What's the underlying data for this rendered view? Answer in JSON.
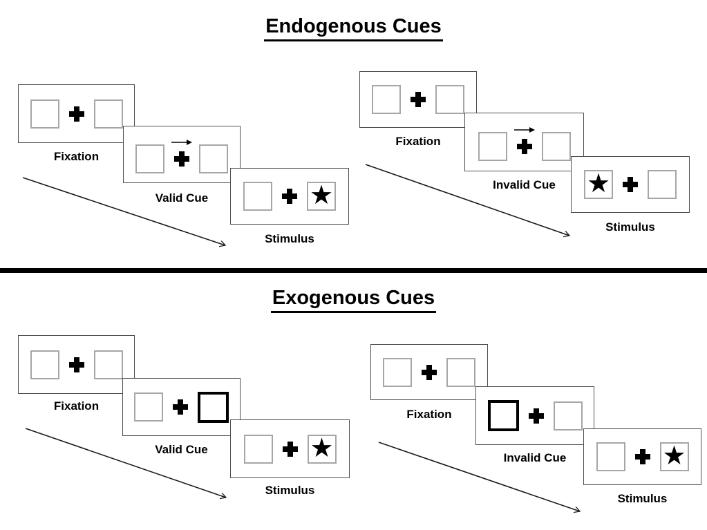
{
  "icons": {
    "star": "★",
    "cue_arrow": "→",
    "fixation_cross": "+"
  },
  "colors": {
    "background": "#ffffff",
    "ink": "#000000",
    "card_border": "#4d4d4d",
    "square_border": "#a6a6a6",
    "divider": "#000000"
  },
  "sections": [
    {
      "id": "endogenous",
      "title": "Endogenous Cues",
      "panels": [
        {
          "id": "endogenous-valid",
          "sequence_arrow": "diagonal-down-right",
          "steps": [
            {
              "label": "Fixation",
              "type": "fixation",
              "left_box": "empty",
              "right_box": "empty"
            },
            {
              "label": "Valid Cue",
              "type": "central-arrow-cue",
              "cue_direction": "right",
              "left_box": "empty",
              "right_box": "empty"
            },
            {
              "label": "Stimulus",
              "type": "stimulus",
              "left_box": "empty",
              "right_box": "star"
            }
          ]
        },
        {
          "id": "endogenous-invalid",
          "sequence_arrow": "diagonal-down-right",
          "steps": [
            {
              "label": "Fixation",
              "type": "fixation",
              "left_box": "empty",
              "right_box": "empty"
            },
            {
              "label": "Invalid Cue",
              "type": "central-arrow-cue",
              "cue_direction": "right",
              "left_box": "empty",
              "right_box": "empty"
            },
            {
              "label": "Stimulus",
              "type": "stimulus",
              "left_box": "star",
              "right_box": "empty"
            }
          ]
        }
      ]
    },
    {
      "id": "exogenous",
      "title": "Exogenous Cues",
      "panels": [
        {
          "id": "exogenous-valid",
          "sequence_arrow": "diagonal-down-right",
          "steps": [
            {
              "label": "Fixation",
              "type": "fixation",
              "left_box": "empty",
              "right_box": "empty"
            },
            {
              "label": "Valid Cue",
              "type": "peripheral-box-cue",
              "cue_side": "right",
              "left_box": "empty",
              "right_box": "highlighted"
            },
            {
              "label": "Stimulus",
              "type": "stimulus",
              "left_box": "empty",
              "right_box": "star"
            }
          ]
        },
        {
          "id": "exogenous-invalid",
          "sequence_arrow": "diagonal-down-right",
          "steps": [
            {
              "label": "Fixation",
              "type": "fixation",
              "left_box": "empty",
              "right_box": "empty"
            },
            {
              "label": "Invalid Cue",
              "type": "peripheral-box-cue",
              "cue_side": "left",
              "left_box": "highlighted",
              "right_box": "empty"
            },
            {
              "label": "Stimulus",
              "type": "stimulus",
              "left_box": "empty",
              "right_box": "star"
            }
          ]
        }
      ]
    }
  ]
}
